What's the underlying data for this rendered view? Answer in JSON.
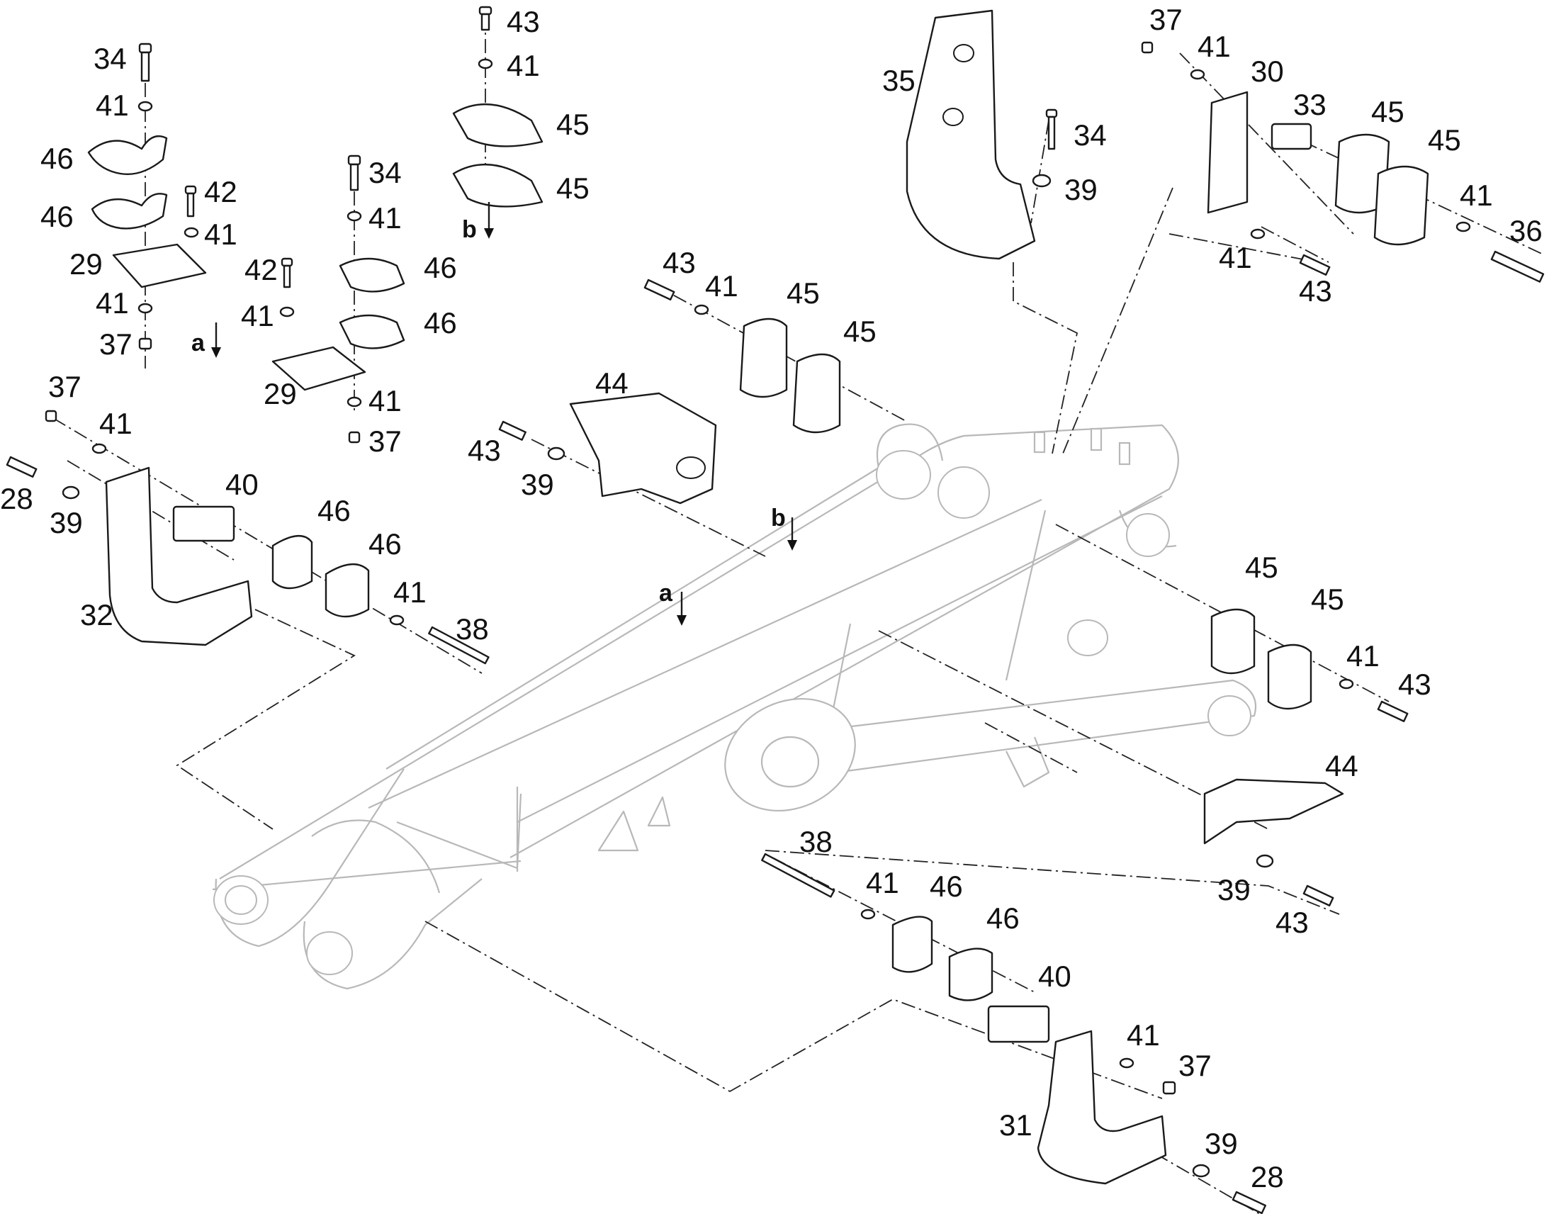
{
  "diagram": {
    "view_markers": [
      "a",
      "b",
      "a",
      "b"
    ],
    "callouts": [
      "34",
      "41",
      "46",
      "46",
      "42",
      "41",
      "29",
      "41",
      "37",
      "43",
      "41",
      "45",
      "45",
      "34",
      "41",
      "46",
      "46",
      "42",
      "41",
      "29",
      "41",
      "37",
      "35",
      "34",
      "39",
      "37",
      "41",
      "30",
      "33",
      "45",
      "45",
      "41",
      "36",
      "41",
      "43",
      "43",
      "41",
      "45",
      "45",
      "44",
      "43",
      "39",
      "37",
      "41",
      "28",
      "39",
      "40",
      "46",
      "46",
      "41",
      "38",
      "32",
      "45",
      "45",
      "41",
      "43",
      "44",
      "39",
      "43",
      "38",
      "41",
      "46",
      "46",
      "40",
      "41",
      "37",
      "31",
      "39",
      "28"
    ]
  }
}
